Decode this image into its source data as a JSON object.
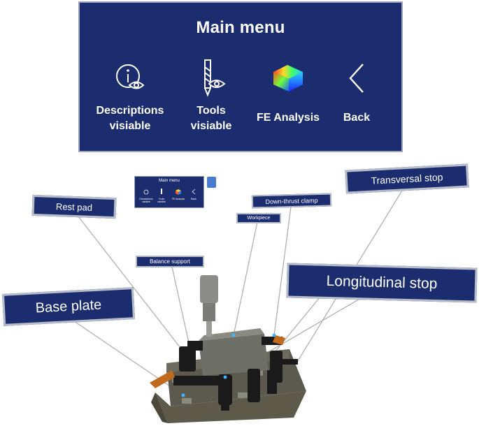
{
  "main_menu": {
    "title": "Main menu",
    "buttons": [
      {
        "label_line1": "Descriptions",
        "label_line2": "visiable",
        "icon": "info-eye-icon"
      },
      {
        "label_line1": "Tools",
        "label_line2": "visiable",
        "icon": "drill-eye-icon"
      },
      {
        "label_line1": "FE Analysis",
        "label_line2": "",
        "icon": "fe-cube-icon"
      },
      {
        "label_line1": "Back",
        "label_line2": "",
        "icon": "chevron-left-icon"
      }
    ]
  },
  "mini_menu": {
    "title": "Main menu",
    "buttons": [
      "Descriptions visiable",
      "Tools visiable",
      "FE Analysis",
      "Back"
    ]
  },
  "labels": {
    "rest_pad": "Rest pad",
    "balance_support": "Balance support",
    "workpiece": "Workpiece",
    "down_thrust_clamp": "Down-thrust clamp",
    "transversal_stop": "Transversal stop",
    "longitudinal_stop": "Longitudinal stop",
    "base_plate": "Base plate"
  },
  "colors": {
    "panel_bg": "#1b2c6f",
    "panel_border": "#9aa3b8",
    "leader_line": "#b0b0b0",
    "anchor_dot": "#3fb6ff"
  }
}
